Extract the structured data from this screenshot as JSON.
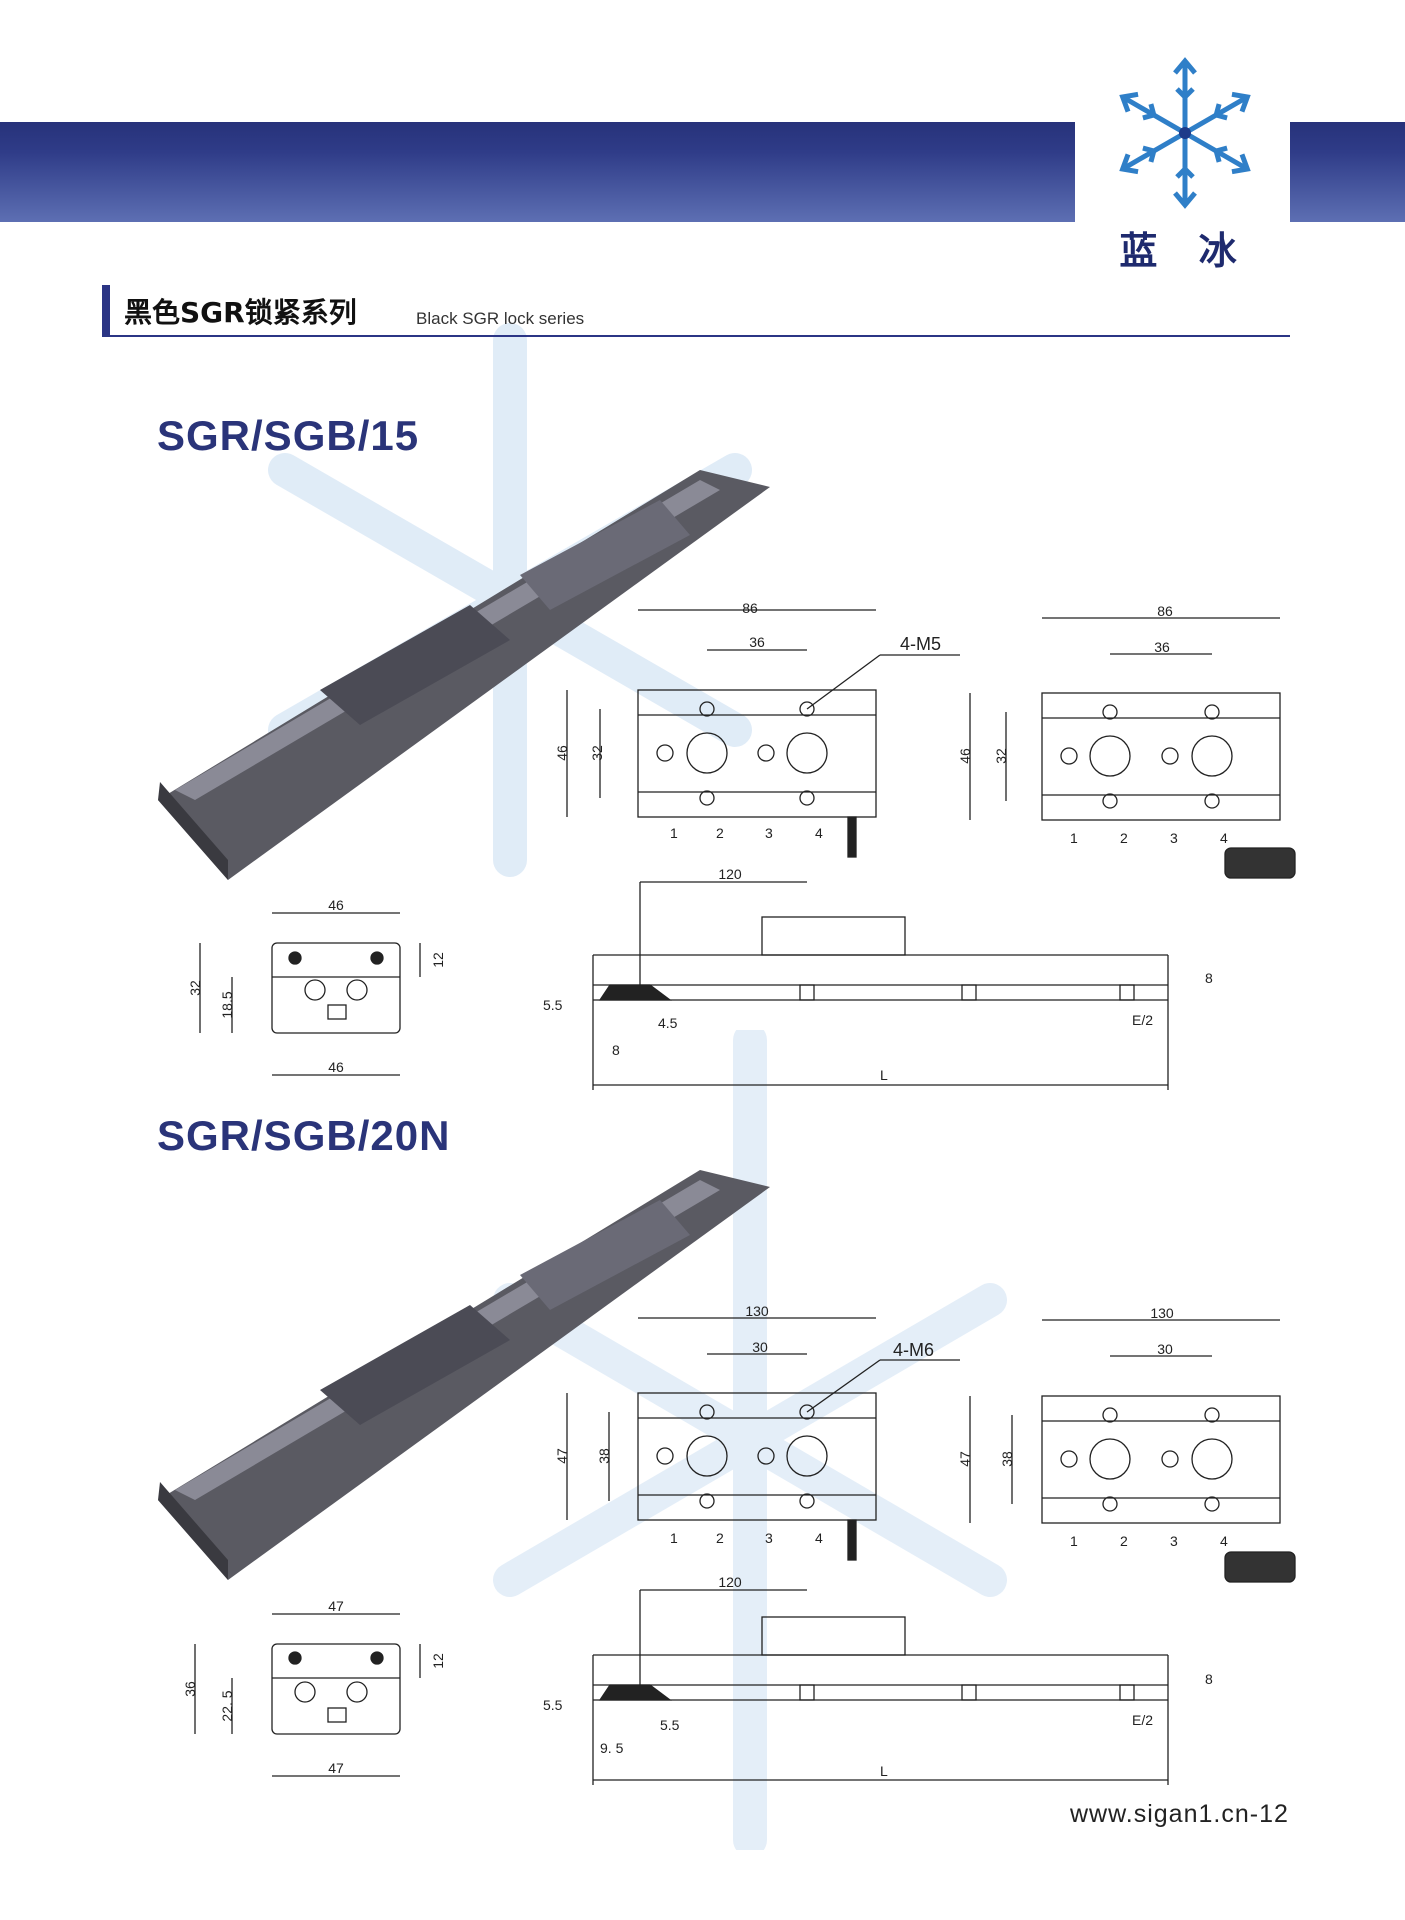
{
  "brand": {
    "name": "蓝 冰",
    "logo_icon": "snowflake-logo-icon",
    "accent_color": "#2b3585"
  },
  "section": {
    "title_cn": "黑色SGR锁紧系列",
    "title_en": "Black SGR lock series"
  },
  "models": [
    {
      "name": "SGR/SGB/15",
      "top_view": {
        "width": "86",
        "pitch": "36",
        "thread": "4-M5",
        "height": "46",
        "hole_spacing": "32",
        "positions": [
          "1",
          "2",
          "3",
          "4"
        ]
      },
      "side_view": {
        "length": "120",
        "rail_height": "8",
        "end": "E/2",
        "dim_a": "5.5",
        "dim_b": "4.5",
        "dim_c": "8",
        "total": "L"
      },
      "section_view": {
        "width_top": "46",
        "width_bottom": "46",
        "height": "32",
        "center": "18.5",
        "top": "12"
      }
    },
    {
      "name": "SGR/SGB/20N",
      "top_view": {
        "width": "130",
        "pitch": "30",
        "thread": "4-M6",
        "height": "47",
        "hole_spacing": "38",
        "positions": [
          "1",
          "2",
          "3",
          "4"
        ]
      },
      "side_view": {
        "length": "120",
        "rail_height": "8",
        "end": "E/2",
        "dim_a": "5.5",
        "dim_b": "5.5",
        "dim_c": "9. 5",
        "total": "L"
      },
      "section_view": {
        "width_top": "47",
        "width_bottom": "47",
        "height": "36",
        "center": "22. 5",
        "top": "12"
      }
    }
  ],
  "footer": "www.sigan1.cn-12"
}
